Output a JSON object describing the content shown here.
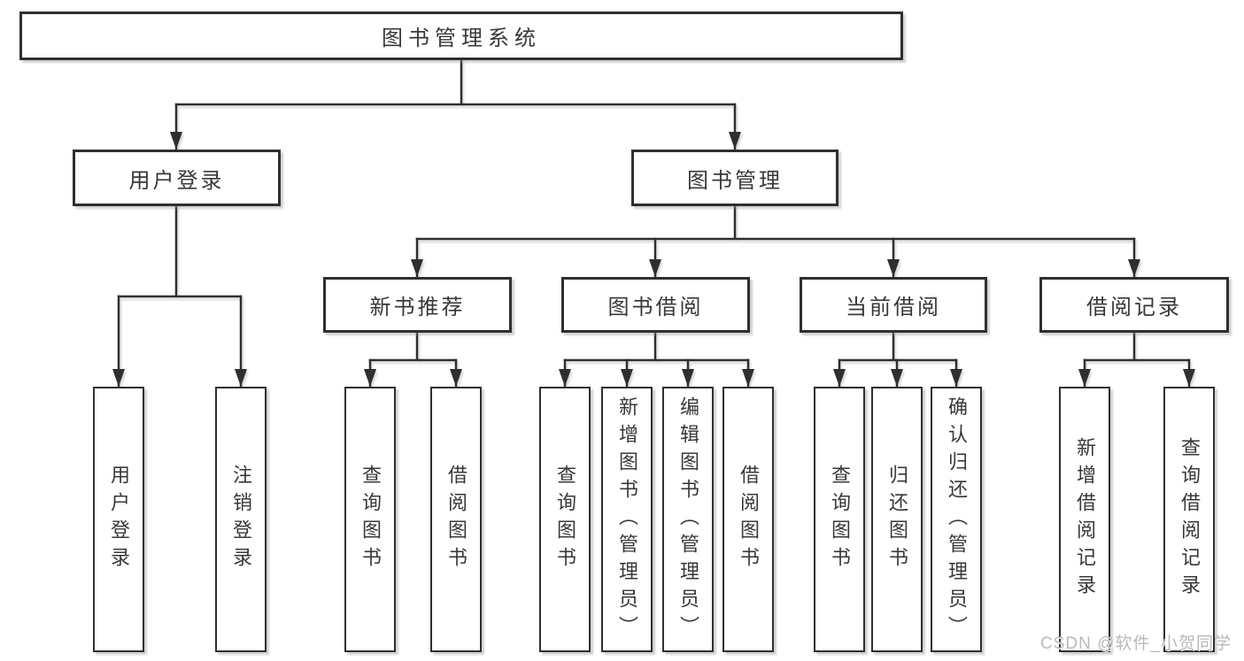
{
  "diagram": {
    "root": {
      "label": "图书管理系统"
    },
    "level2": [
      {
        "label": "用户登录"
      },
      {
        "label": "图书管理"
      }
    ],
    "level3": [
      {
        "label": "新书推荐"
      },
      {
        "label": "图书借阅"
      },
      {
        "label": "当前借阅"
      },
      {
        "label": "借阅记录"
      }
    ],
    "leaves": {
      "userLogin": [
        "用户登录",
        "注销登录"
      ],
      "newBookRec": [
        "查询图书",
        "借阅图书"
      ],
      "bookBorrow": [
        "查询图书",
        "新增图书（管理员）",
        "编辑图书（管理员）",
        "借阅图书"
      ],
      "currentBorrow": [
        "查询图书",
        "归还图书",
        "确认归还（管理员）"
      ],
      "borrowRecords": [
        "新增借阅记录",
        "查询借阅记录"
      ]
    },
    "watermark": "CSDN @软件_小贺同学",
    "colors": {
      "line": "#2f2f2f",
      "text": "#383838",
      "watermark": "#b9b9b9",
      "background": "#ffffff"
    }
  }
}
